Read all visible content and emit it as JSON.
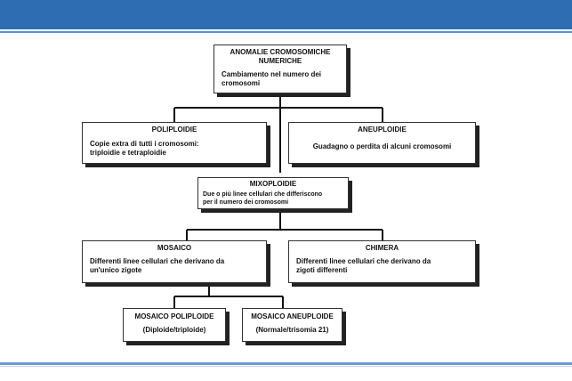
{
  "slide": {
    "header_color": "#2f6db3",
    "accent_line_color": "#5b8fd1"
  },
  "diagram": {
    "root": {
      "title_line1": "ANOMALIE CROMOSOMICHE",
      "title_line2": "NUMERICHE",
      "body_line1": "Cambiamento nel numero dei",
      "body_line2": "cromosomi"
    },
    "poliploidie": {
      "title": "POLIPLOIDIE",
      "body_line1": "Copie extra di tutti i cromosomi:",
      "body_line2": "triploidie e tetraploidie"
    },
    "aneuploidie": {
      "title": "ANEUPLOIDIE",
      "body_line1": "Guadagno o perdita di alcuni cromosomi"
    },
    "mixoploidie": {
      "title": "MIXOPLOIDIE",
      "body_line1": "Due o più linee cellulari che differiscono",
      "body_line2": "per il numero dei cromosomi"
    },
    "mosaico": {
      "title": "MOSAICO",
      "body_line1": "Differenti linee cellulari che derivano da",
      "body_line2": "un'unico zigote"
    },
    "chimera": {
      "title": "CHIMERA",
      "body_line1": "Differenti linee cellulari che derivano da",
      "body_line2": "zigoti differenti"
    },
    "mosaico_poliploide": {
      "title": "MOSAICO POLIPLOIDE",
      "body_line1": "(Diploide/triploide)"
    },
    "mosaico_aneuploide": {
      "title": "MOSAICO ANEUPLOIDE",
      "body_line1": "(Normale/trisomia 21)"
    }
  }
}
